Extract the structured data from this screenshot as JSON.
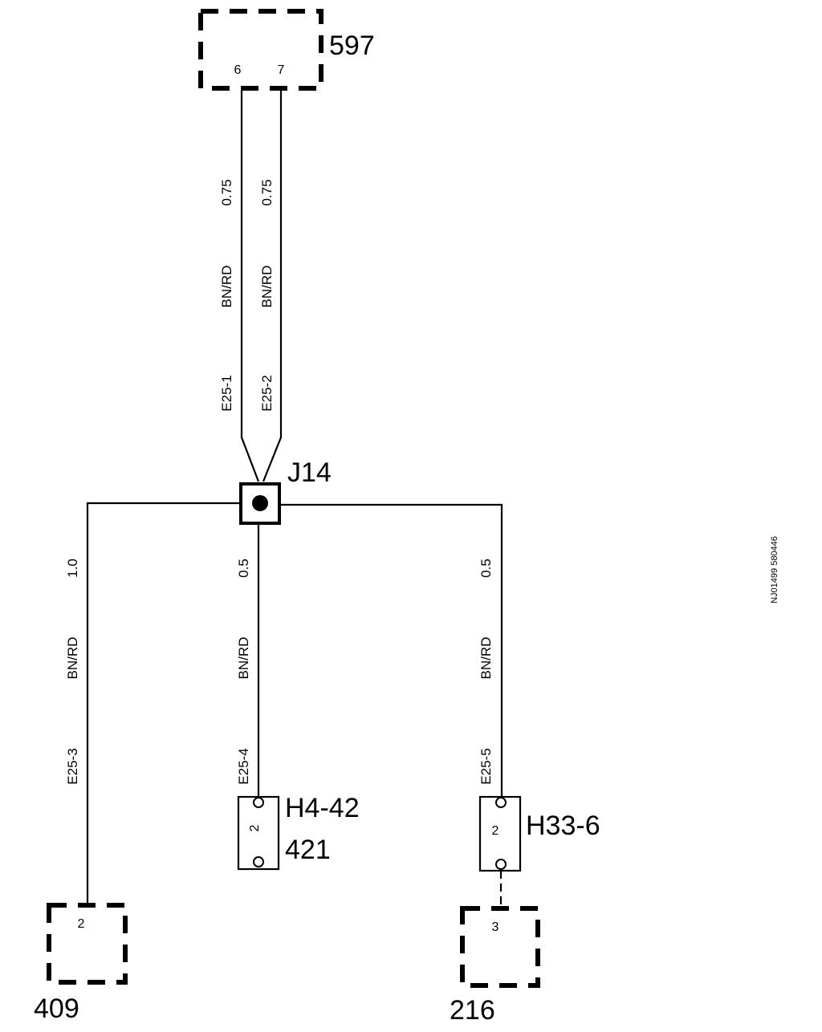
{
  "components": {
    "c597": {
      "id": "597",
      "pin_a": "6",
      "pin_b": "7"
    },
    "c409": {
      "id": "409",
      "pin": "2"
    },
    "c216": {
      "id": "216",
      "pin": "3"
    },
    "h4": {
      "id": "H4-42",
      "sub": "421",
      "pin": "2"
    },
    "h33": {
      "id": "H33-6",
      "pin": "2"
    }
  },
  "splice": {
    "id": "J14"
  },
  "wires": {
    "w1": {
      "size": "0.75",
      "color": "BN/RD",
      "circuit": "E25-1"
    },
    "w2": {
      "size": "0.75",
      "color": "BN/RD",
      "circuit": "E25-2"
    },
    "w3": {
      "size": "1.0",
      "color": "BN/RD",
      "circuit": "E25-3"
    },
    "w4": {
      "size": "0.5",
      "color": "BN/RD",
      "circuit": "E25-4"
    },
    "w5": {
      "size": "0.5",
      "color": "BN/RD",
      "circuit": "E25-5"
    }
  },
  "figure_ref": "NJ01499 580446"
}
